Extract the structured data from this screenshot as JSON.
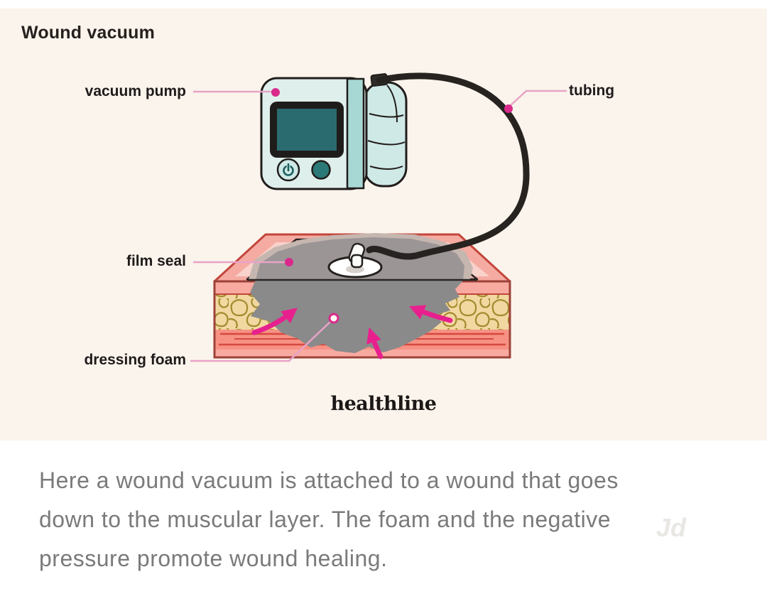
{
  "figure": {
    "title": "Wound vacuum",
    "brand": "healthline",
    "labels": {
      "vacuum_pump": "vacuum pump",
      "tubing": "tubing",
      "film_seal": "film seal",
      "dressing_foam": "dressing foam"
    },
    "icons": {
      "power_button": "power-symbol"
    },
    "colors": {
      "panel_background": "#fbf4ec",
      "accent_magenta": "#d92a8c",
      "leader_pink": "#e9a3c8",
      "device_body_mint": "#dff0ec",
      "device_stripe_teal": "#a8d8d4",
      "canister_mint": "#cfe9e6",
      "screen_teal": "#2a6b70",
      "button_teal": "#2c7a77",
      "tubing_black": "#272321",
      "skin_pink": "#f5aba2",
      "skin_inner_pink": "#f8d2cb",
      "fat_yellow": "#f1d7a0",
      "fat_line_olive": "#a38b2e",
      "muscle_red": "#f79184",
      "muscle_streak": "#d6493f",
      "foam_gray": "#8a8a8a",
      "outline_dark": "#211d1b",
      "wound_outline_red": "#c3463c",
      "caption_gray": "#7a7a7a"
    }
  },
  "caption": {
    "lines": [
      "Here a wound vacuum is attached to a wound that goes",
      "down to the muscular layer. The foam and the negative",
      "pressure promote wound healing."
    ]
  },
  "watermark": "Jd"
}
